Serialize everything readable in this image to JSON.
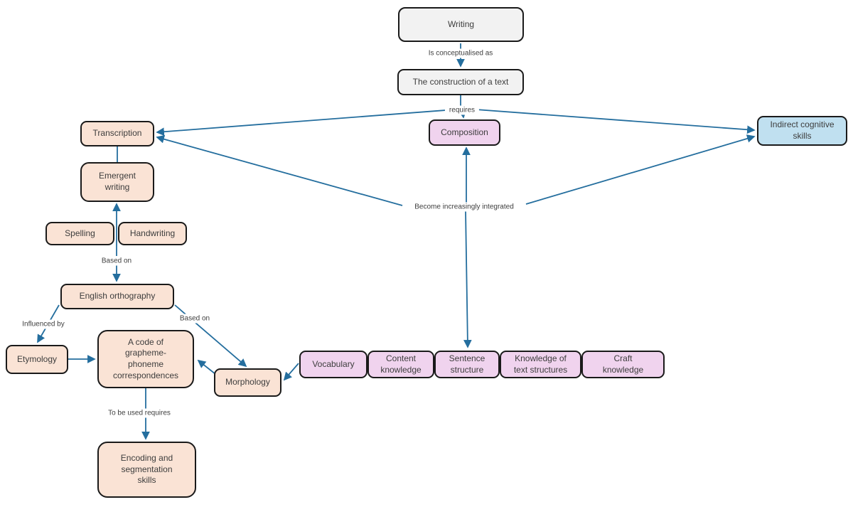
{
  "title": "Writing concept map",
  "colors": {
    "background": "#ffffff",
    "node_gray": "#f2f2f2",
    "node_peach": "#fae3d5",
    "node_pink": "#f0d3ee",
    "node_blue": "#c0e0f0",
    "node_border": "#1a1a1a",
    "arrow": "#246e9e",
    "text": "#3d3d3d"
  },
  "nodes": {
    "writing": {
      "label": "Writing",
      "color": "gray"
    },
    "construction": {
      "label": "The construction of a text",
      "color": "gray"
    },
    "transcription": {
      "label": "Transcription",
      "color": "peach"
    },
    "composition": {
      "label": "Composition",
      "color": "pink"
    },
    "indirect": {
      "label": "Indirect cognitive\nskills",
      "color": "blue"
    },
    "emergent": {
      "label": "Emergent\nwriting",
      "color": "peach"
    },
    "spelling": {
      "label": "Spelling",
      "color": "peach"
    },
    "handwriting": {
      "label": "Handwriting",
      "color": "peach"
    },
    "english_orthography": {
      "label": "English orthography",
      "color": "peach"
    },
    "etymology": {
      "label": "Etymology",
      "color": "peach"
    },
    "code": {
      "label": "A code of\ngrapheme-\nphoneme\ncorrespondences",
      "color": "peach"
    },
    "morphology": {
      "label": "Morphology",
      "color": "peach"
    },
    "encoding": {
      "label": "Encoding and\nsegmentation\nskills",
      "color": "peach"
    },
    "vocabulary": {
      "label": "Vocabulary",
      "color": "pink"
    },
    "content_knowledge": {
      "label": "Content\nknowledge",
      "color": "pink"
    },
    "sentence_structure": {
      "label": "Sentence\nstructure",
      "color": "pink"
    },
    "knowledge_text_structures": {
      "label": "Knowledge of\ntext structures",
      "color": "pink"
    },
    "craft_knowledge": {
      "label": "Craft\nknowledge",
      "color": "pink"
    }
  },
  "edge_labels": {
    "is_conceptualised_as": "Is conceptualised as",
    "requires": "requires",
    "become_increasingly_integrated": "Become increasingly integrated",
    "based_on_1": "Based on",
    "influenced_by": "Influenced by",
    "based_on_2": "Based on",
    "to_be_used_requires": "To be used requires"
  },
  "edges": [
    {
      "from": "writing",
      "to": "construction",
      "label": "Is conceptualised as",
      "arrow": "end"
    },
    {
      "from": "construction",
      "to": "transcription",
      "label": "requires",
      "arrow": "end"
    },
    {
      "from": "construction",
      "to": "composition",
      "label": "requires",
      "arrow": "end"
    },
    {
      "from": "construction",
      "to": "indirect",
      "label": "requires",
      "arrow": "end"
    },
    {
      "from": "transcription",
      "to": "emergent",
      "label": "",
      "arrow": "none"
    },
    {
      "from": "spelling_handwriting",
      "to": "emergent",
      "label": "",
      "arrow": "end"
    },
    {
      "from": "spelling_handwriting",
      "to": "english_orthography",
      "label": "Based on",
      "arrow": "end"
    },
    {
      "from": "english_orthography",
      "to": "etymology",
      "label": "Influenced by",
      "arrow": "end"
    },
    {
      "from": "etymology",
      "to": "code",
      "label": "",
      "arrow": "end"
    },
    {
      "from": "english_orthography",
      "to": "morphology",
      "label": "Based on",
      "arrow": "end"
    },
    {
      "from": "morphology",
      "to": "code",
      "label": "",
      "arrow": "end"
    },
    {
      "from": "vocabulary",
      "to": "morphology",
      "label": "",
      "arrow": "end"
    },
    {
      "from": "code",
      "to": "encoding",
      "label": "To be used requires",
      "arrow": "end"
    },
    {
      "from": "become_junction",
      "to": "transcription",
      "label": "Become increasingly integrated",
      "arrow": "end"
    },
    {
      "from": "become_junction",
      "to": "indirect",
      "label": "Become increasingly integrated",
      "arrow": "end"
    },
    {
      "from": "become_junction",
      "to": "composition",
      "label": "Become increasingly integrated",
      "arrow": "end"
    },
    {
      "from": "become_junction",
      "to": "sentence_structure",
      "label": "Become increasingly integrated",
      "arrow": "end"
    }
  ]
}
